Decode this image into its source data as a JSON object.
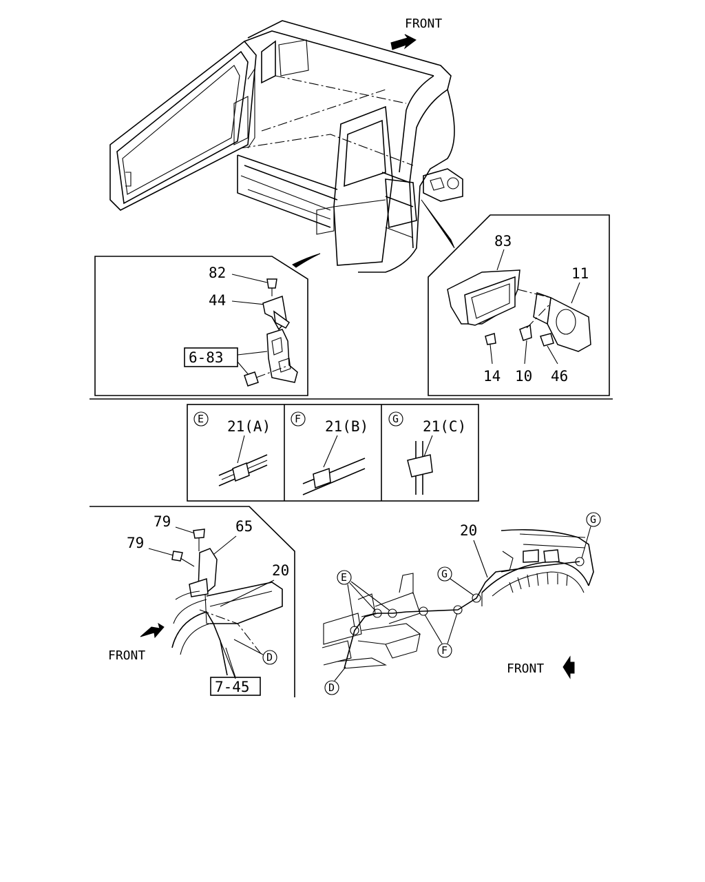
{
  "front_labels": {
    "top": "FRONT",
    "bottom_left": "FRONT",
    "bottom_right": "FRONT"
  },
  "callouts": {
    "p82": "82",
    "p44": "44",
    "p6_83": "6-83",
    "p83": "83",
    "p11": "11",
    "p14": "14",
    "p10": "10",
    "p46": "46",
    "p21a": "21(A)",
    "p21b": "21(B)",
    "p21c": "21(C)",
    "p79a": "79",
    "p79b": "79",
    "p65": "65",
    "p20_left": "20",
    "p7_45": "7-45",
    "p20_right": "20"
  },
  "circle_markers": {
    "E": "E",
    "F": "F",
    "G": "G",
    "D": "D"
  },
  "icons": [
    "front-arrow-icon",
    "circled-letter-icon"
  ]
}
